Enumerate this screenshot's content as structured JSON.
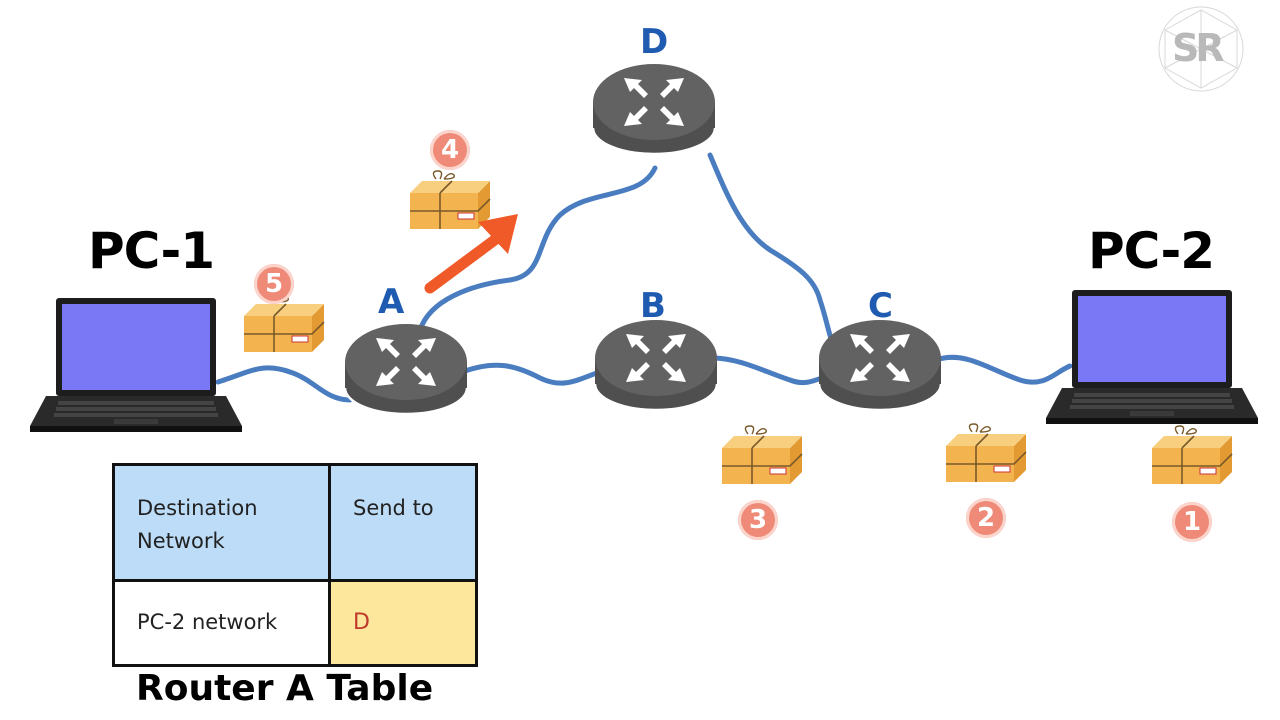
{
  "pcs": {
    "pc1": "PC-1",
    "pc2": "PC-2"
  },
  "routers": {
    "a": "A",
    "b": "B",
    "c": "C",
    "d": "D"
  },
  "steps": [
    "1",
    "2",
    "3",
    "4",
    "5"
  ],
  "table": {
    "header_destination": "Destination Network",
    "header_sendto": "Send to",
    "row_destination": "PC-2 network",
    "row_sendto": "D"
  },
  "table_caption": "Router A Table",
  "logo_text": "SR",
  "colors": {
    "cable": "#4a7cc0",
    "router": "#606060",
    "screen": "#7a78f5",
    "arrow": "#f05a28",
    "package": "#f6c061",
    "step": "#f08a78",
    "table_header": "#bddcf8",
    "table_highlight": "#fde79c",
    "router_label": "#1f5bb0"
  }
}
